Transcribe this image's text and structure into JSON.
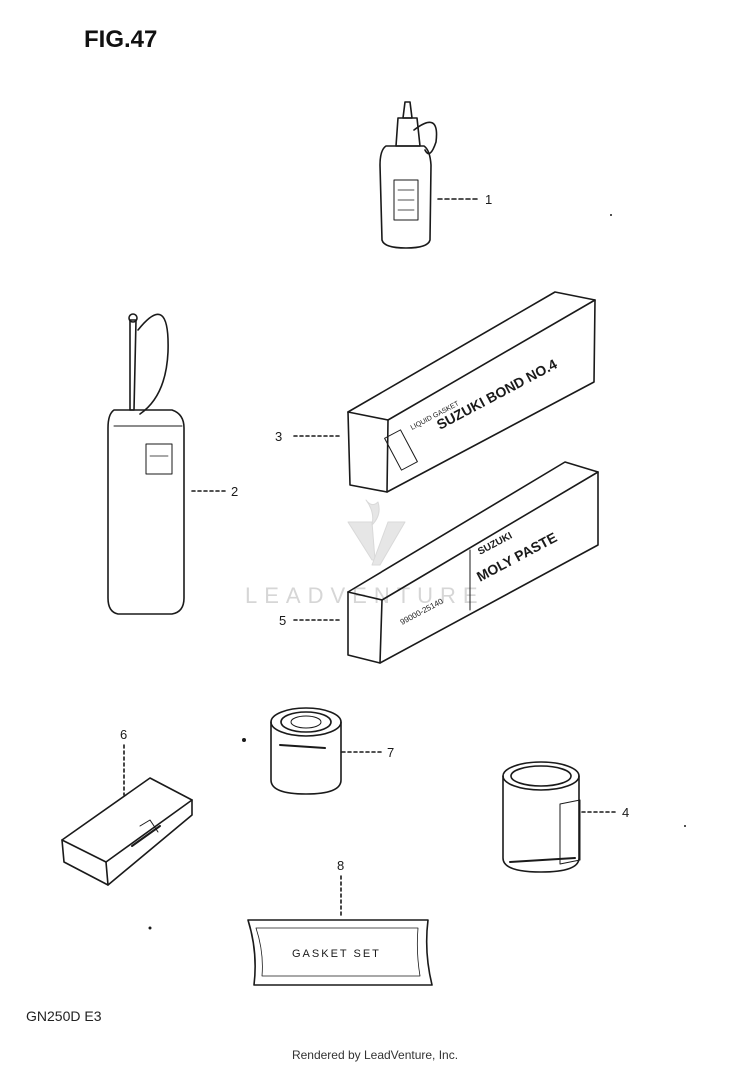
{
  "figure": {
    "title": "FIG.47",
    "model_code": "GN250D E3",
    "footer": "Rendered by LeadVenture, Inc.",
    "watermark": "LEADVENTURE"
  },
  "callouts": [
    "1",
    "2",
    "3",
    "4",
    "5",
    "6",
    "7",
    "8"
  ],
  "labels": {
    "bond_brand": "SUZUKI BOND NO.4",
    "bond_small": "LIQUID GASKET",
    "moly_brand": "SUZUKI",
    "moly_name": "MOLY PASTE",
    "moly_code": "99000-25140",
    "gasket": "GASKET SET"
  },
  "colors": {
    "ink": "#1a1a1a",
    "watermark": "#d6d6d6",
    "paper": "#ffffff"
  }
}
